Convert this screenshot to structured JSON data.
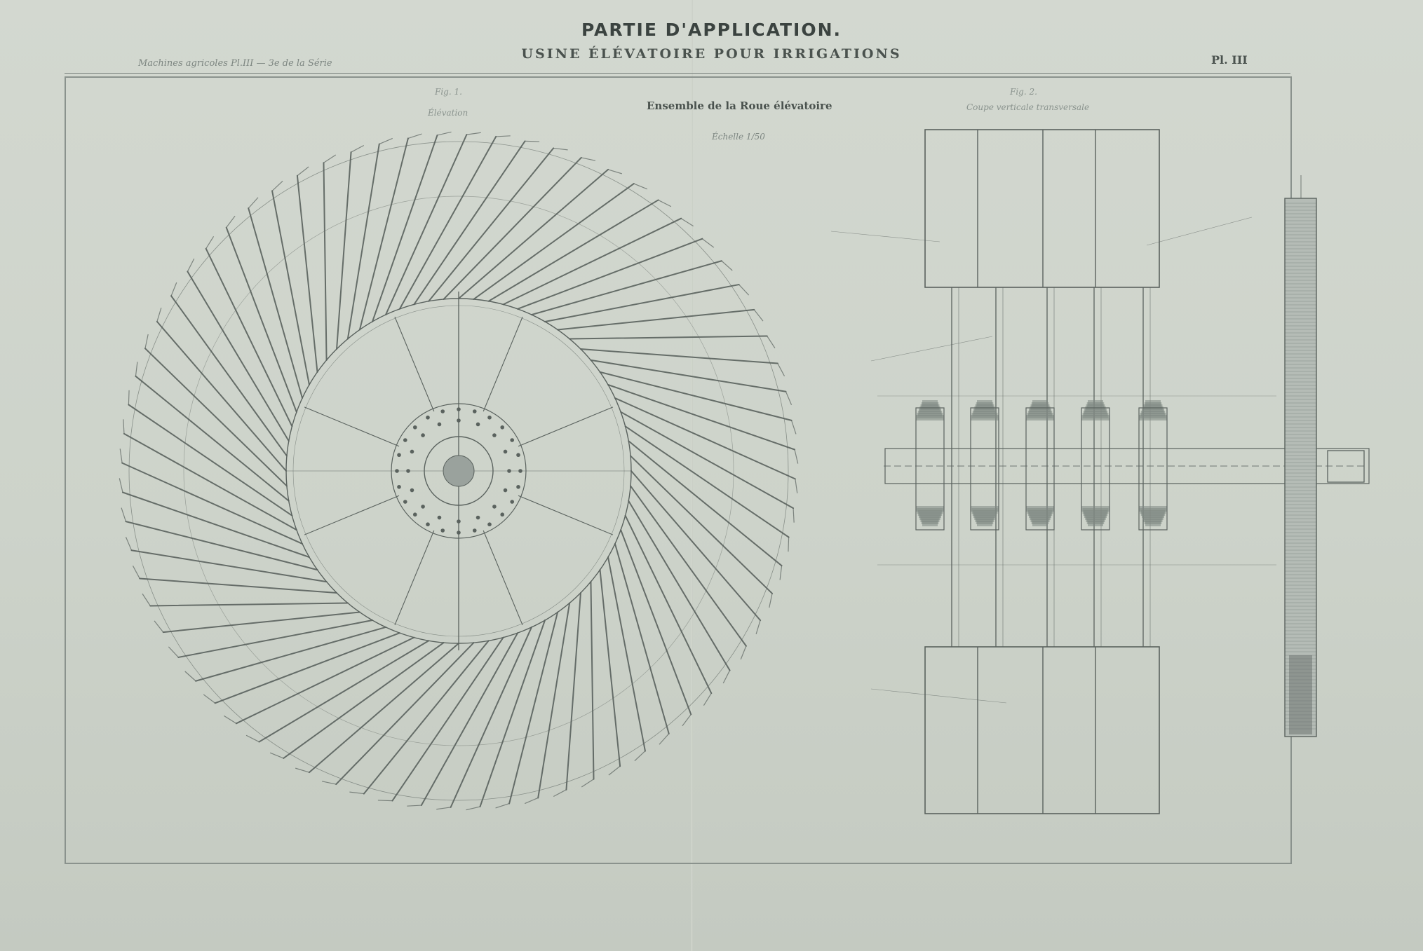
{
  "plate": {
    "title": "PARTIE D'APPLICATION.",
    "subtitle": "USINE ÉLÉVATOIRE POUR IRRIGATIONS",
    "series_reference": "Machines agricoles Pl.III — 3e de la Série",
    "plate_number": "Pl. III"
  },
  "figures": {
    "main_caption": "Ensemble de la Roue élévatoire",
    "scale": "Échelle 1/50",
    "fig1": {
      "caption": "Fig. 1.",
      "subcaption": "Élévation"
    },
    "fig2": {
      "caption": "Fig. 2.",
      "subcaption": "Coupe verticale transversale"
    }
  },
  "drawing": {
    "ink_color": "#5a625e",
    "paper_color": "#cdd3ca",
    "wheel_blade_count": 72,
    "hub_bolt_rings": 2
  }
}
